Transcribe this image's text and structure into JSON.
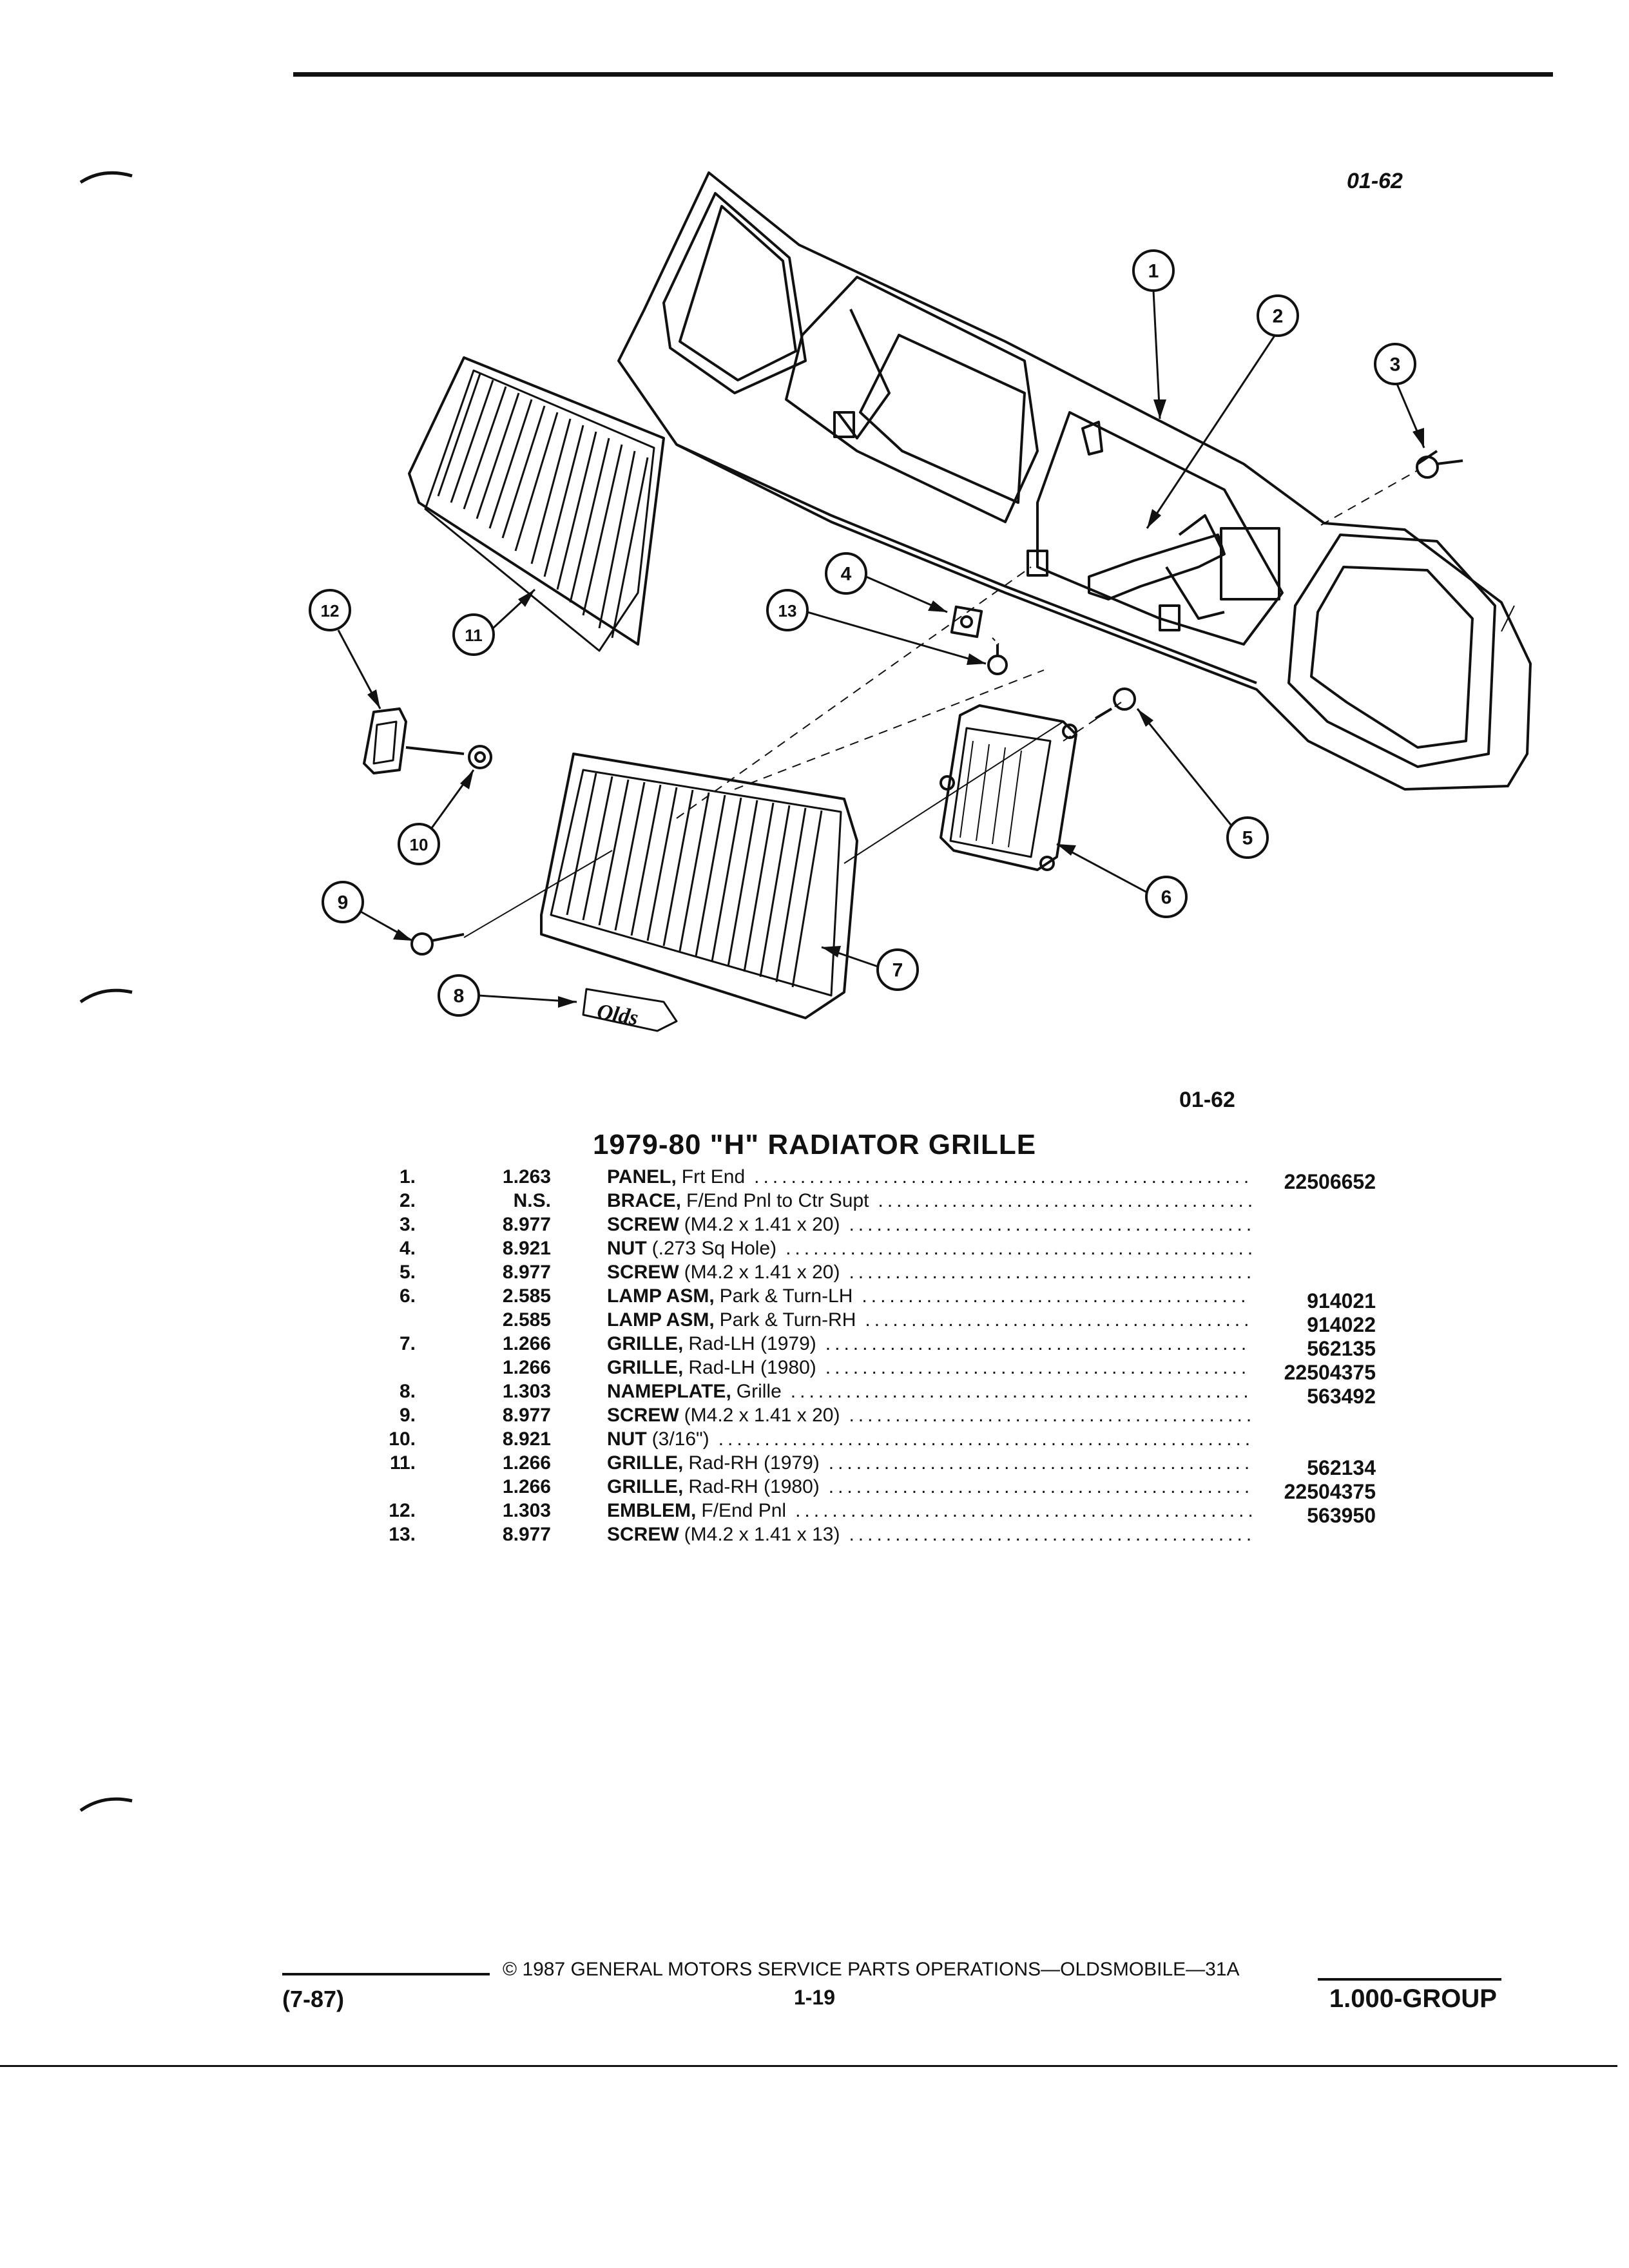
{
  "figure_code": "01-62",
  "title": "1979-80 \"H\" RADIATOR GRILLE",
  "callouts": [
    "1",
    "2",
    "3",
    "4",
    "5",
    "6",
    "7",
    "8",
    "9",
    "10",
    "11",
    "12",
    "13"
  ],
  "nameplate_text": "Olds",
  "parts": [
    {
      "idx": "1.",
      "cat": "1.263",
      "name": "PANEL,",
      "desc": "Frt End",
      "pn": "22506652"
    },
    {
      "idx": "2.",
      "cat": "N.S.",
      "name": "BRACE,",
      "desc": "F/End Pnl to Ctr Supt",
      "pn": ""
    },
    {
      "idx": "3.",
      "cat": "8.977",
      "name": "SCREW",
      "desc": "(M4.2 x 1.41 x 20)",
      "pn": ""
    },
    {
      "idx": "4.",
      "cat": "8.921",
      "name": "NUT",
      "desc": "(.273 Sq Hole)",
      "pn": ""
    },
    {
      "idx": "5.",
      "cat": "8.977",
      "name": "SCREW",
      "desc": "(M4.2 x 1.41 x 20)",
      "pn": ""
    },
    {
      "idx": "6.",
      "cat": "2.585",
      "name": "LAMP ASM,",
      "desc": "Park & Turn-LH",
      "pn": "914021"
    },
    {
      "idx": "",
      "cat": "2.585",
      "name": "LAMP ASM,",
      "desc": "Park & Turn-RH",
      "pn": "914022"
    },
    {
      "idx": "7.",
      "cat": "1.266",
      "name": "GRILLE,",
      "desc": "Rad-LH (1979)",
      "pn": "562135"
    },
    {
      "idx": "",
      "cat": "1.266",
      "name": "GRILLE,",
      "desc": "Rad-LH (1980)",
      "pn": "22504375"
    },
    {
      "idx": "8.",
      "cat": "1.303",
      "name": "NAMEPLATE,",
      "desc": "Grille",
      "pn": "563492"
    },
    {
      "idx": "9.",
      "cat": "8.977",
      "name": "SCREW",
      "desc": "(M4.2 x 1.41 x 20)",
      "pn": ""
    },
    {
      "idx": "10.",
      "cat": "8.921",
      "name": "NUT",
      "desc": "(3/16\")",
      "pn": ""
    },
    {
      "idx": "11.",
      "cat": "1.266",
      "name": "GRILLE,",
      "desc": "Rad-RH (1979)",
      "pn": "562134"
    },
    {
      "idx": "",
      "cat": "1.266",
      "name": "GRILLE,",
      "desc": "Rad-RH (1980)",
      "pn": "22504375"
    },
    {
      "idx": "12.",
      "cat": "1.303",
      "name": "EMBLEM,",
      "desc": "F/End Pnl",
      "pn": "563950"
    },
    {
      "idx": "13.",
      "cat": "8.977",
      "name": "SCREW",
      "desc": "(M4.2 x 1.41 x 13)",
      "pn": ""
    }
  ],
  "dot_leader": "....................................................................",
  "footer": {
    "copyright": "©  1987  GENERAL MOTORS SERVICE PARTS OPERATIONS—OLDSMOBILE—31A",
    "date": "(7-87)",
    "page": "1-19",
    "group": "1.000-GROUP"
  }
}
